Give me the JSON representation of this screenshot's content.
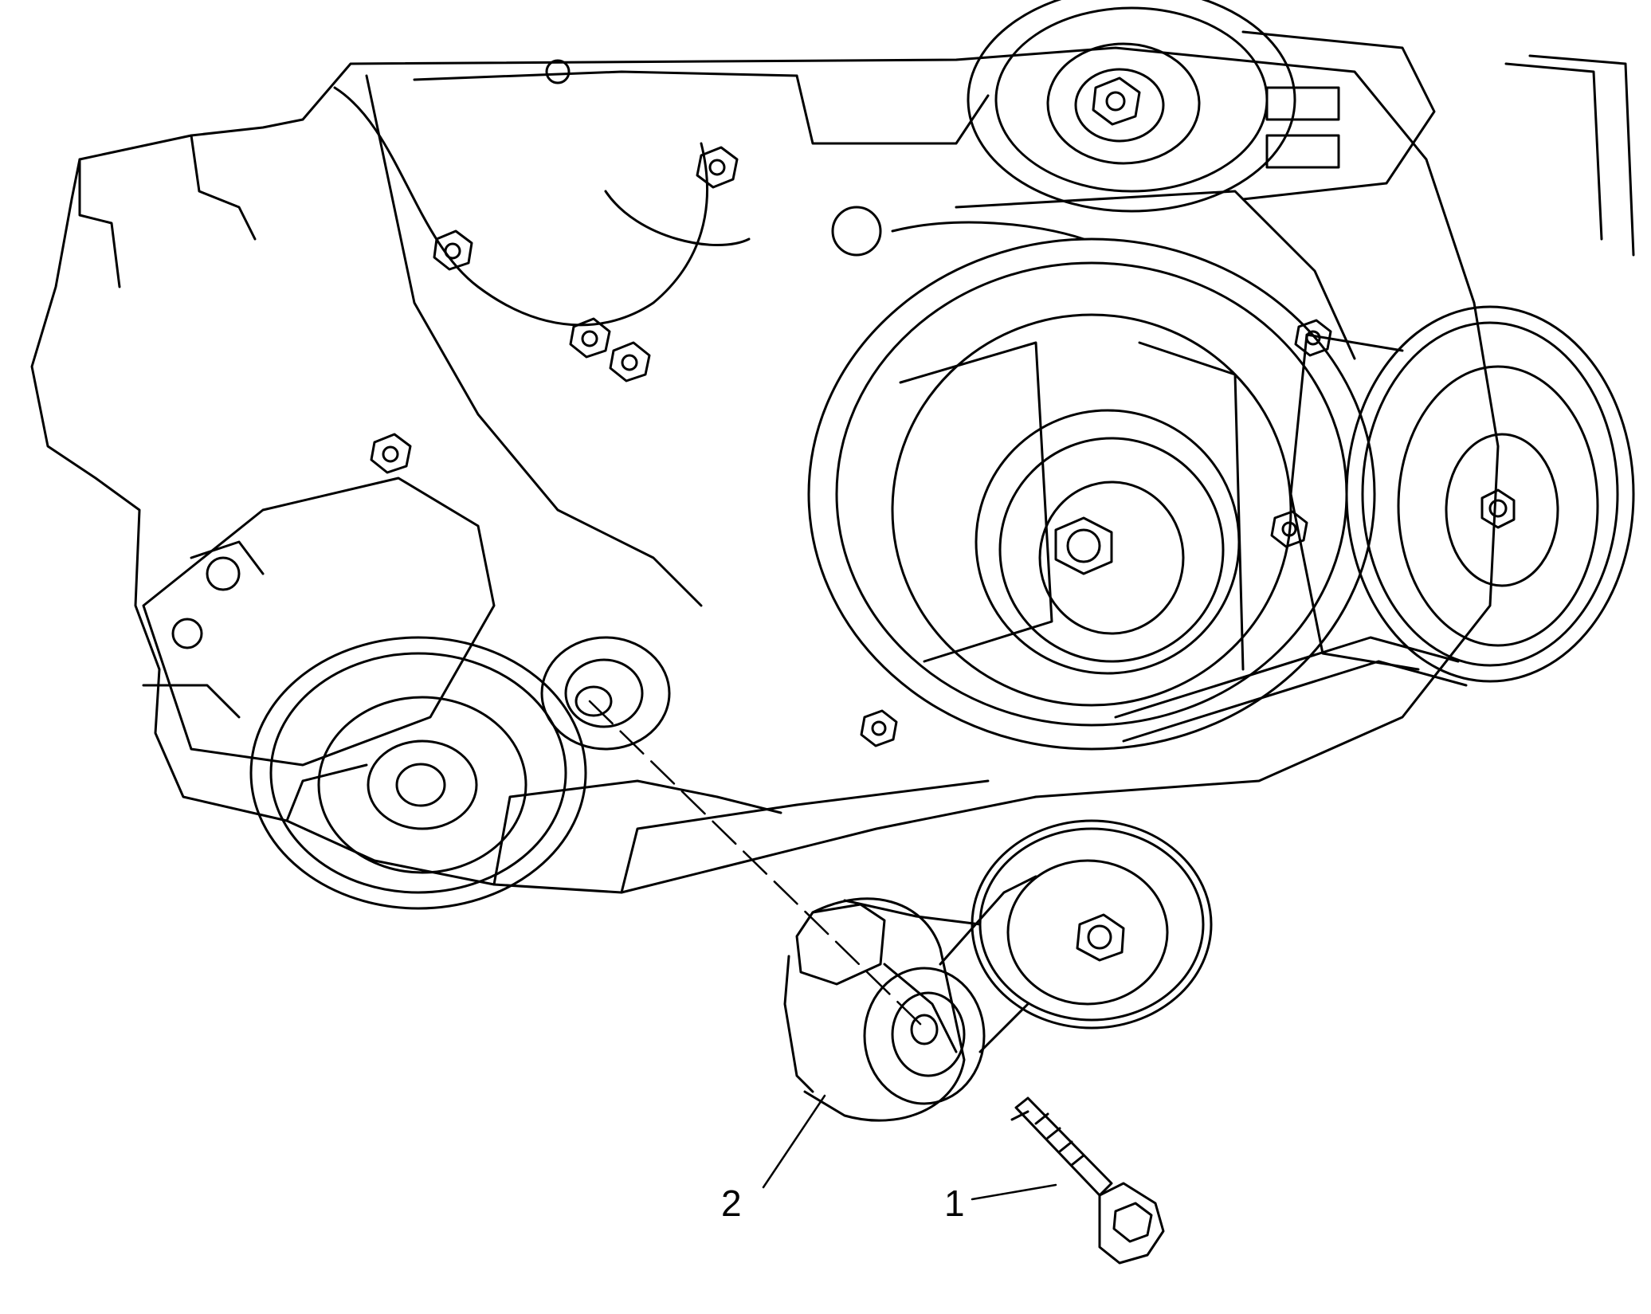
{
  "callouts": [
    {
      "number": "1",
      "target": "tensioner-bolt"
    },
    {
      "number": "2",
      "target": "drive-belt-tensioner"
    }
  ],
  "colors": {
    "ink": "#000000",
    "paper": "#ffffff"
  }
}
